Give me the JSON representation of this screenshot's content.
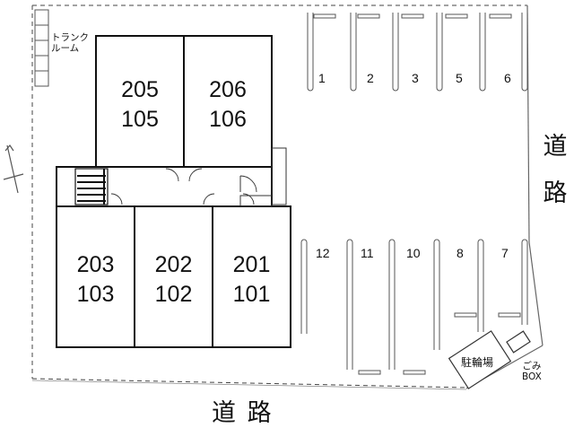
{
  "units": [
    {
      "upper": "205",
      "lower": "105"
    },
    {
      "upper": "206",
      "lower": "106"
    },
    {
      "upper": "203",
      "lower": "103"
    },
    {
      "upper": "202",
      "lower": "102"
    },
    {
      "upper": "201",
      "lower": "101"
    }
  ],
  "parking": {
    "top_row": [
      "1",
      "2",
      "3",
      "5",
      "6"
    ],
    "bottom_row": [
      "12",
      "11",
      "10",
      "8",
      "7"
    ]
  },
  "labels": {
    "trunk_room_line1": "トランク",
    "trunk_room_line2": "ルーム",
    "road_bottom": "道 路",
    "road_right_1": "道",
    "road_right_2": "路",
    "bicycle_parking": "駐輪場",
    "garbage_line1": "ごみ",
    "garbage_line2": "BOX"
  }
}
